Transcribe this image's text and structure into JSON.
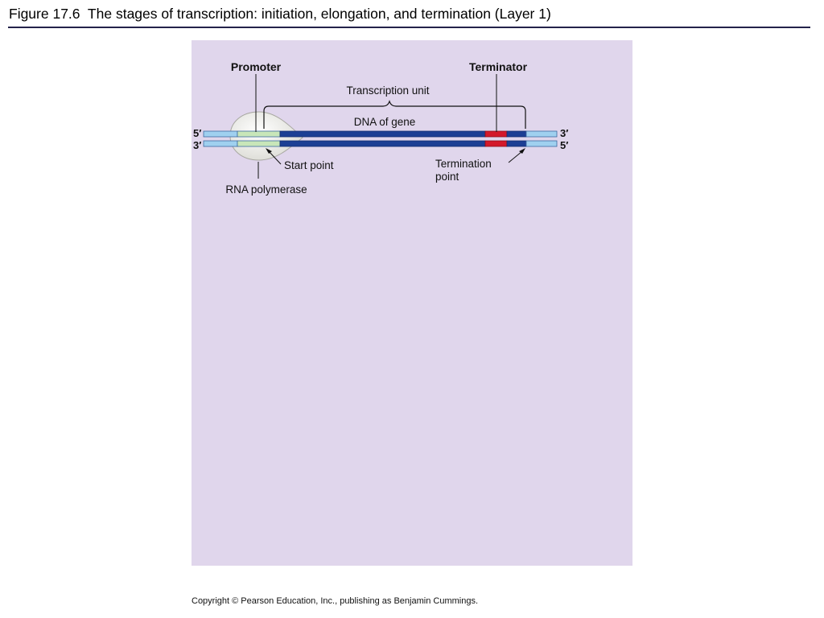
{
  "header": {
    "title": "Figure 17.6  The stages of transcription: initiation, elongation, and termination (Layer 1)"
  },
  "diagram": {
    "labels": {
      "promoter": "Promoter",
      "terminator": "Terminator",
      "transcription_unit": "Transcription unit",
      "dna_of_gene": "DNA of gene",
      "top_left_end": "5′",
      "bottom_left_end": "3′",
      "top_right_end": "3′",
      "bottom_right_end": "5′",
      "start_point": "Start point",
      "termination_point_line1": "Termination",
      "termination_point_line2": "point",
      "rna_polymerase": "RNA polymerase"
    },
    "colors": {
      "panel_background": "#e0d6ec",
      "dna_flank": "#9fd0ef",
      "promoter_region": "#c8e6b9",
      "gene_region": "#1c3f94",
      "terminator_region": "#d3182a",
      "rna_polymerase": "#f3f3ef"
    }
  },
  "footer": {
    "copyright": "Copyright © Pearson Education, Inc., publishing as Benjamin Cummings."
  }
}
